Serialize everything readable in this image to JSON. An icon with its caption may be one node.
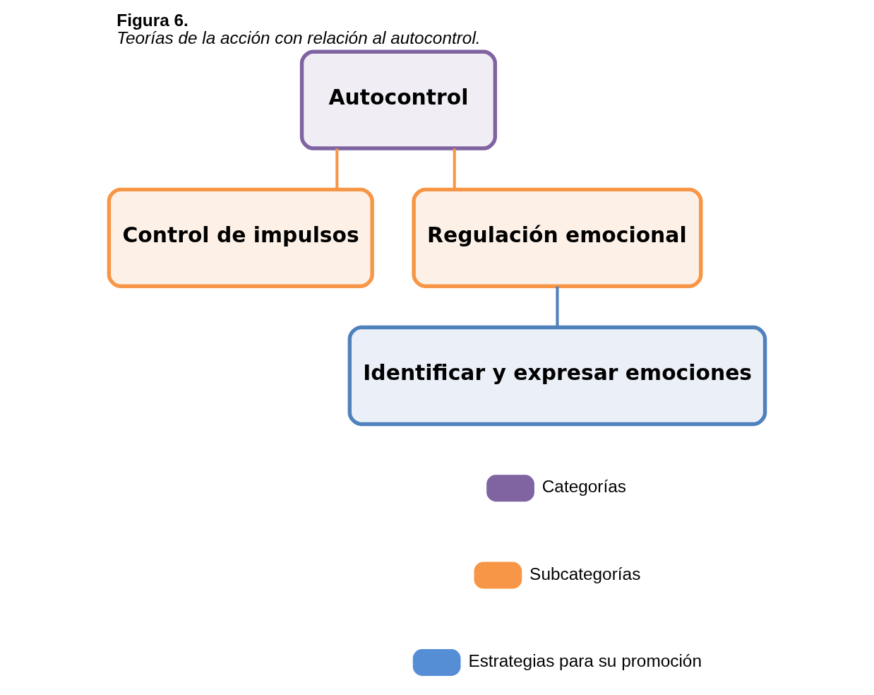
{
  "diagram": {
    "title": "Figura 6.",
    "caption": "Teorías de la acción con relación al autocontrol.",
    "nodes": [
      {
        "text": [
          "Autocontrol"
        ]
      },
      {
        "text": [
          "Control de impulsos"
        ]
      },
      {
        "text": [
          "Regulación emocional"
        ]
      },
      {
        "text": [
          "Identificar y expresar emociones"
        ]
      }
    ],
    "edges": [
      {
        "from": 0,
        "to": 1,
        "arrow": "none",
        "color": "#f79646"
      },
      {
        "from": 0,
        "to": 2,
        "arrow": "none",
        "color": "#f79646"
      },
      {
        "from": 2,
        "to": 3,
        "arrow": "none",
        "color": "#4f81bd"
      }
    ],
    "legend": [
      {
        "text": "Categorías",
        "color": "#8064a2"
      },
      {
        "text": "Subcategorías",
        "color": "#f79646"
      },
      {
        "text": "Estrategias para su promoción",
        "color": "#558ed5"
      }
    ]
  }
}
